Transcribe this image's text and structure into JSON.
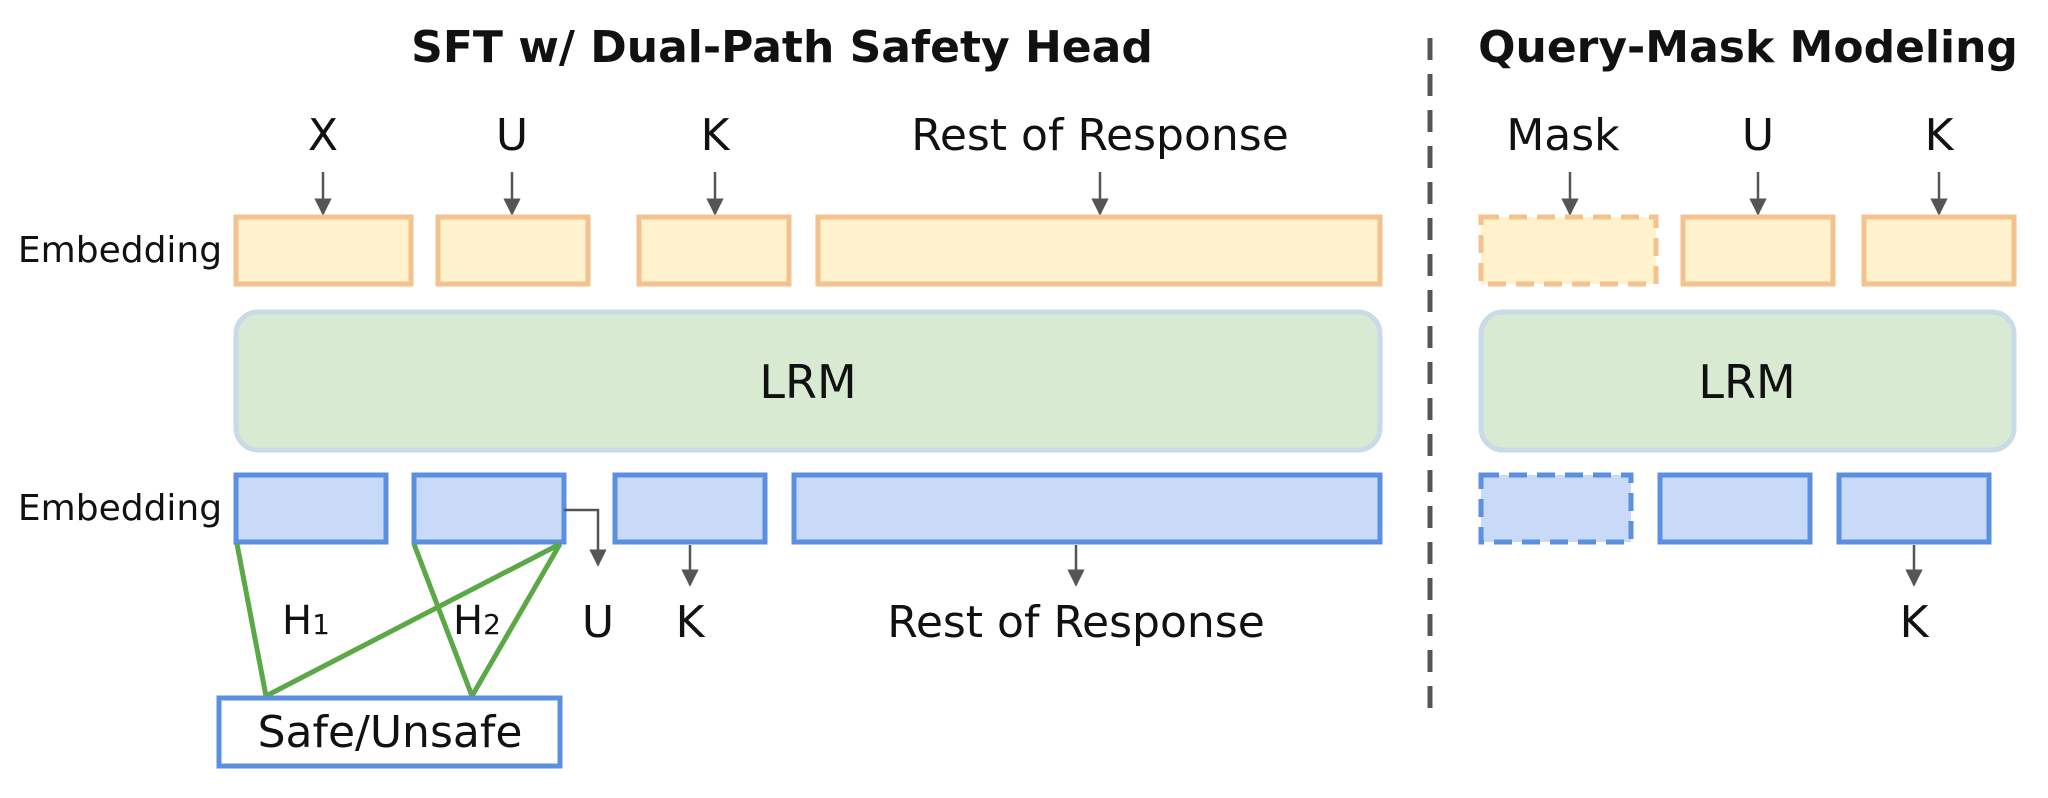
{
  "left_panel": {
    "title": "SFT w/ Dual-Path Safety Head",
    "input_tokens": [
      "X",
      "U",
      "K",
      "Rest of Response"
    ],
    "input_row_label": "Embedding",
    "model_label": "LRM",
    "output_row_label": "Embedding",
    "output_tokens": [
      "U",
      "K",
      "Rest of Response"
    ],
    "heads": [
      {
        "main": "H",
        "sub": "1"
      },
      {
        "main": "H",
        "sub": "2"
      }
    ],
    "classifier_label": "Safe/Unsafe"
  },
  "right_panel": {
    "title": "Query-Mask Modeling",
    "input_tokens": [
      "Mask",
      "U",
      "K"
    ],
    "model_label": "LRM",
    "output_tokens": [
      "K"
    ]
  },
  "colors": {
    "input_embedding_fill": "#fff2cc",
    "input_embedding_stroke": "#f4c28e",
    "output_embedding_fill": "#c9daf8",
    "output_embedding_stroke": "#5b8fe0",
    "lrm_fill": "#d9ead3",
    "head_line": "#5aa846"
  }
}
